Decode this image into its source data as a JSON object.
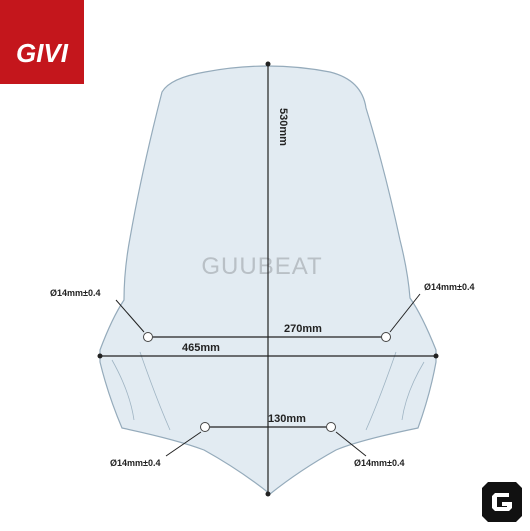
{
  "brand": {
    "name": "GIVI",
    "box_color": "#c4161c",
    "text_color": "#ffffff"
  },
  "watermark": {
    "text": "GUUBEAT",
    "color": "#b9c0c6"
  },
  "windshield": {
    "fill_color": "#dfe9f1",
    "outline_color": "#8aa2b4"
  },
  "dimensions": {
    "height_label": "530mm",
    "width_label": "465mm",
    "upper_holes_spacing_label": "270mm",
    "lower_holes_spacing_label": "130mm"
  },
  "holes": {
    "upper_left_label": "Ø14mm±0.4",
    "upper_right_label": "Ø14mm±0.4",
    "lower_left_label": "Ø14mm±0.4",
    "lower_right_label": "Ø14mm±0.4"
  },
  "corner_badge": {
    "icon": "g-badge-icon",
    "color": "#111111"
  }
}
